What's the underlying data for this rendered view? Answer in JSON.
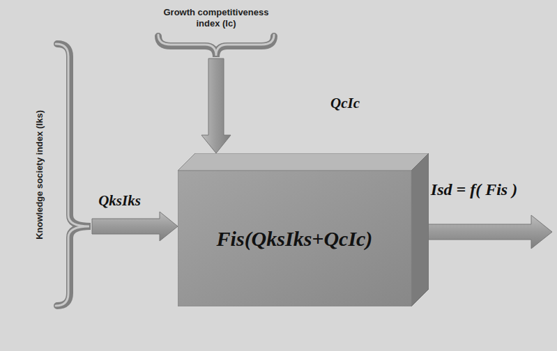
{
  "diagram": {
    "nodes": [
      {
        "text": [
          "Growth competitiveness index (Ic)"
        ]
      },
      {
        "text": [
          "Knowledge society index (Iks)"
        ]
      },
      {
        "text": [
          "Fis(QksIks+QcIc)"
        ]
      }
    ],
    "edges": [
      {
        "from": 0,
        "to": 2,
        "label": "QcIc",
        "arrow": "to"
      },
      {
        "from": 1,
        "to": 2,
        "label": "QksIks",
        "arrow": "to"
      }
    ],
    "labels": [
      "Isd = f( Fis )"
    ]
  }
}
